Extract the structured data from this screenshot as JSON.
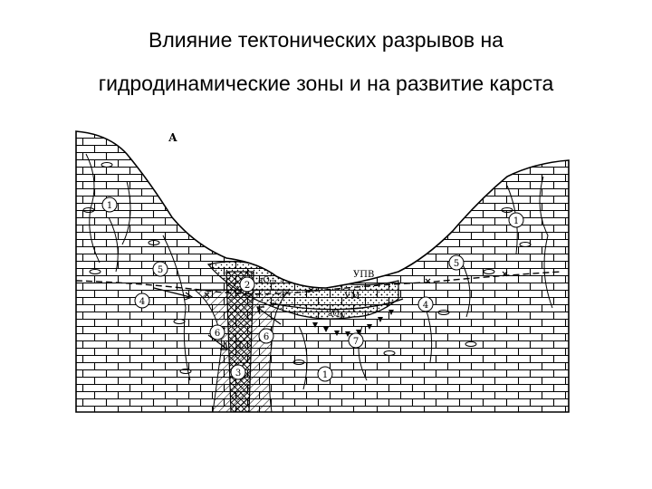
{
  "slide": {
    "title_line_1": "Влияние тектонических разрывов на",
    "title_line_2": "гидродинамические зоны и на развитие карста"
  },
  "diagram": {
    "corner_label": "А",
    "water_table_label": "УПВ",
    "min_level_label": "УМ",
    "fault_label": "П",
    "sediment_label_1": "aQ",
    "sediment_sub_1": "III",
    "sediment_label_2": "aQ",
    "sediment_sub_2": "IV",
    "zones": [
      {
        "num": "1",
        "name": "zone-1-left"
      },
      {
        "num": "1",
        "name": "zone-1-right"
      },
      {
        "num": "1",
        "name": "zone-1-bottom"
      },
      {
        "num": "2",
        "name": "zone-2"
      },
      {
        "num": "3",
        "name": "zone-3"
      },
      {
        "num": "4",
        "name": "zone-4-left"
      },
      {
        "num": "4",
        "name": "zone-4-right"
      },
      {
        "num": "5",
        "name": "zone-5-left"
      },
      {
        "num": "5",
        "name": "zone-5-right"
      },
      {
        "num": "6",
        "name": "zone-6-left"
      },
      {
        "num": "6",
        "name": "zone-6-right"
      },
      {
        "num": "7",
        "name": "zone-7"
      }
    ],
    "colors": {
      "ink": "#000000",
      "background": "#ffffff"
    }
  }
}
